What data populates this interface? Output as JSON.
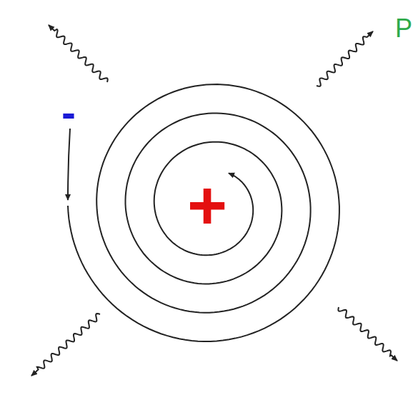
{
  "diagram": {
    "labels": [
      "-",
      "+",
      "P"
    ]
  }
}
